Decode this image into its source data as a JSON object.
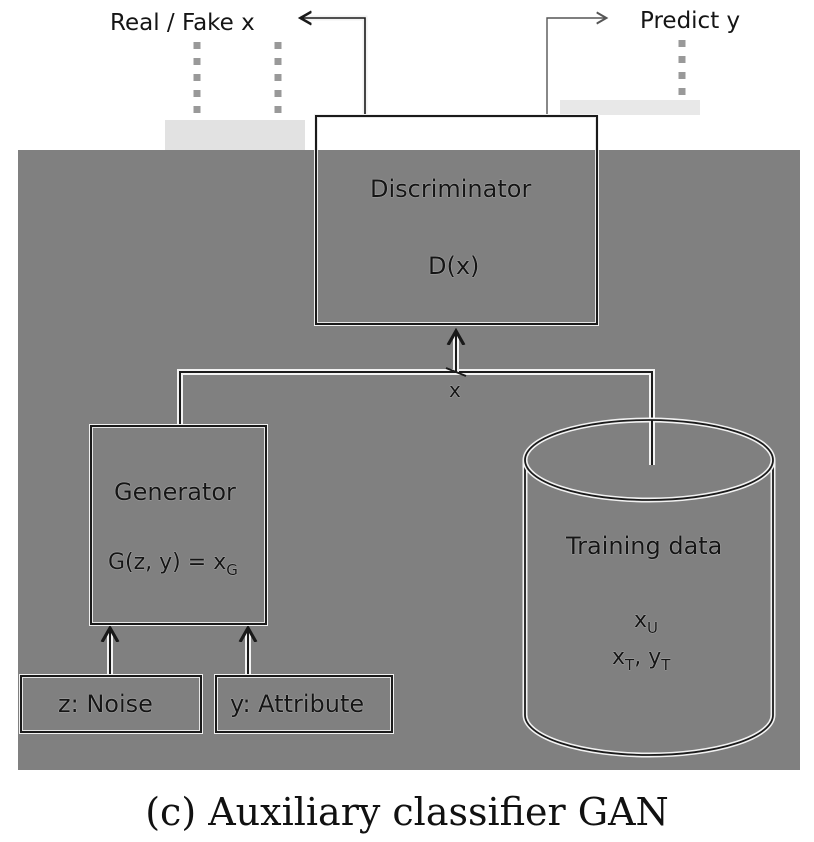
{
  "outputs": {
    "real_fake": "Real / Fake x",
    "predict": "Predict y"
  },
  "discriminator": {
    "title": "Discriminator",
    "formula": "D(x)"
  },
  "merge_label": "x",
  "generator": {
    "title": "Generator",
    "formula": "G(z, y) = x",
    "formula_sub": "G"
  },
  "training_data": {
    "title": "Training data",
    "unlabeled": "x",
    "unlabeled_sub": "U",
    "labeled_x": "x",
    "labeled_x_sub": "T",
    "labeled_sep": ", ",
    "labeled_y": "y",
    "labeled_y_sub": "T"
  },
  "inputs": {
    "noise": "z: Noise",
    "attribute": "y: Attribute"
  },
  "caption": "(c) Auxiliary classifier GAN",
  "colors": {
    "panel": "#808080",
    "stroke": "#1a1a1a",
    "highlight": "#f2f2f2"
  }
}
